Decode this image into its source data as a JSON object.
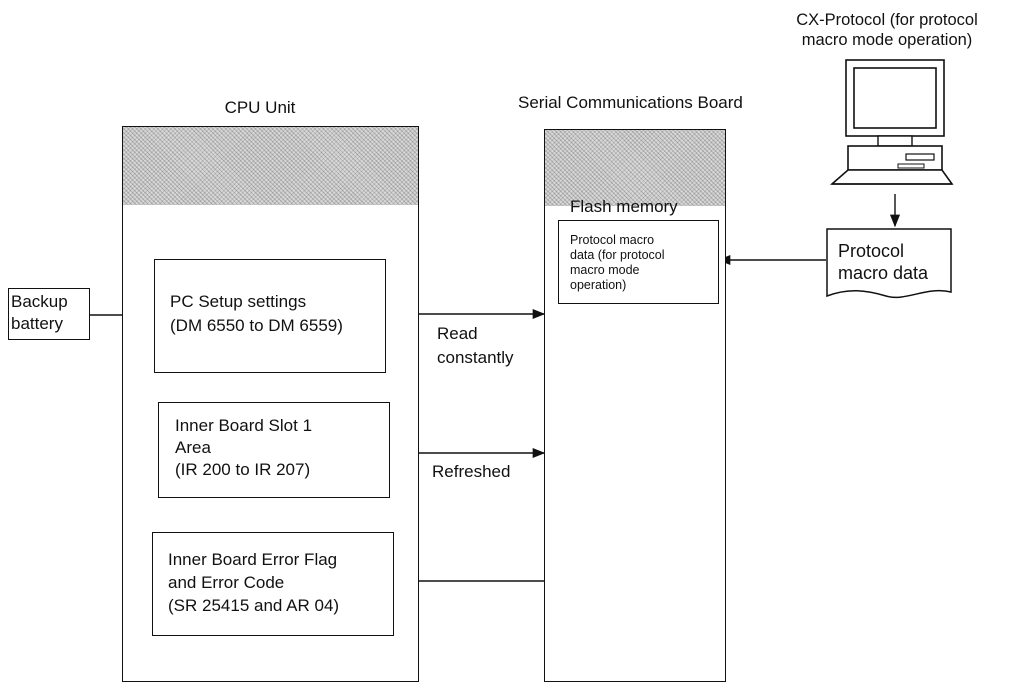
{
  "computer": {
    "caption": "CX-Protocol (for protocol\nmacro mode operation)",
    "icon": "desktop-computer-icon"
  },
  "cpu_unit": {
    "title": "CPU Unit",
    "pc_setup": "PC Setup settings\n(DM 6550 to DM 6559)",
    "inner_board_slot": "Inner Board Slot 1\nArea\n(IR 200 to IR 207)",
    "error_flag": "Inner Board Error Flag\nand Error Code\n(SR 25415 and AR 04)"
  },
  "serial_board": {
    "title": "Serial Communications Board",
    "flash_memory": "Flash memory",
    "protocol_macro_box": "Protocol macro\ndata (for protocol\nmacro mode\noperation)"
  },
  "backup_battery": "Backup\nbattery",
  "protocol_macro_data": "Protocol\nmacro data",
  "labels": {
    "read_constantly": "Read\nconstantly",
    "refreshed": "Refreshed"
  }
}
